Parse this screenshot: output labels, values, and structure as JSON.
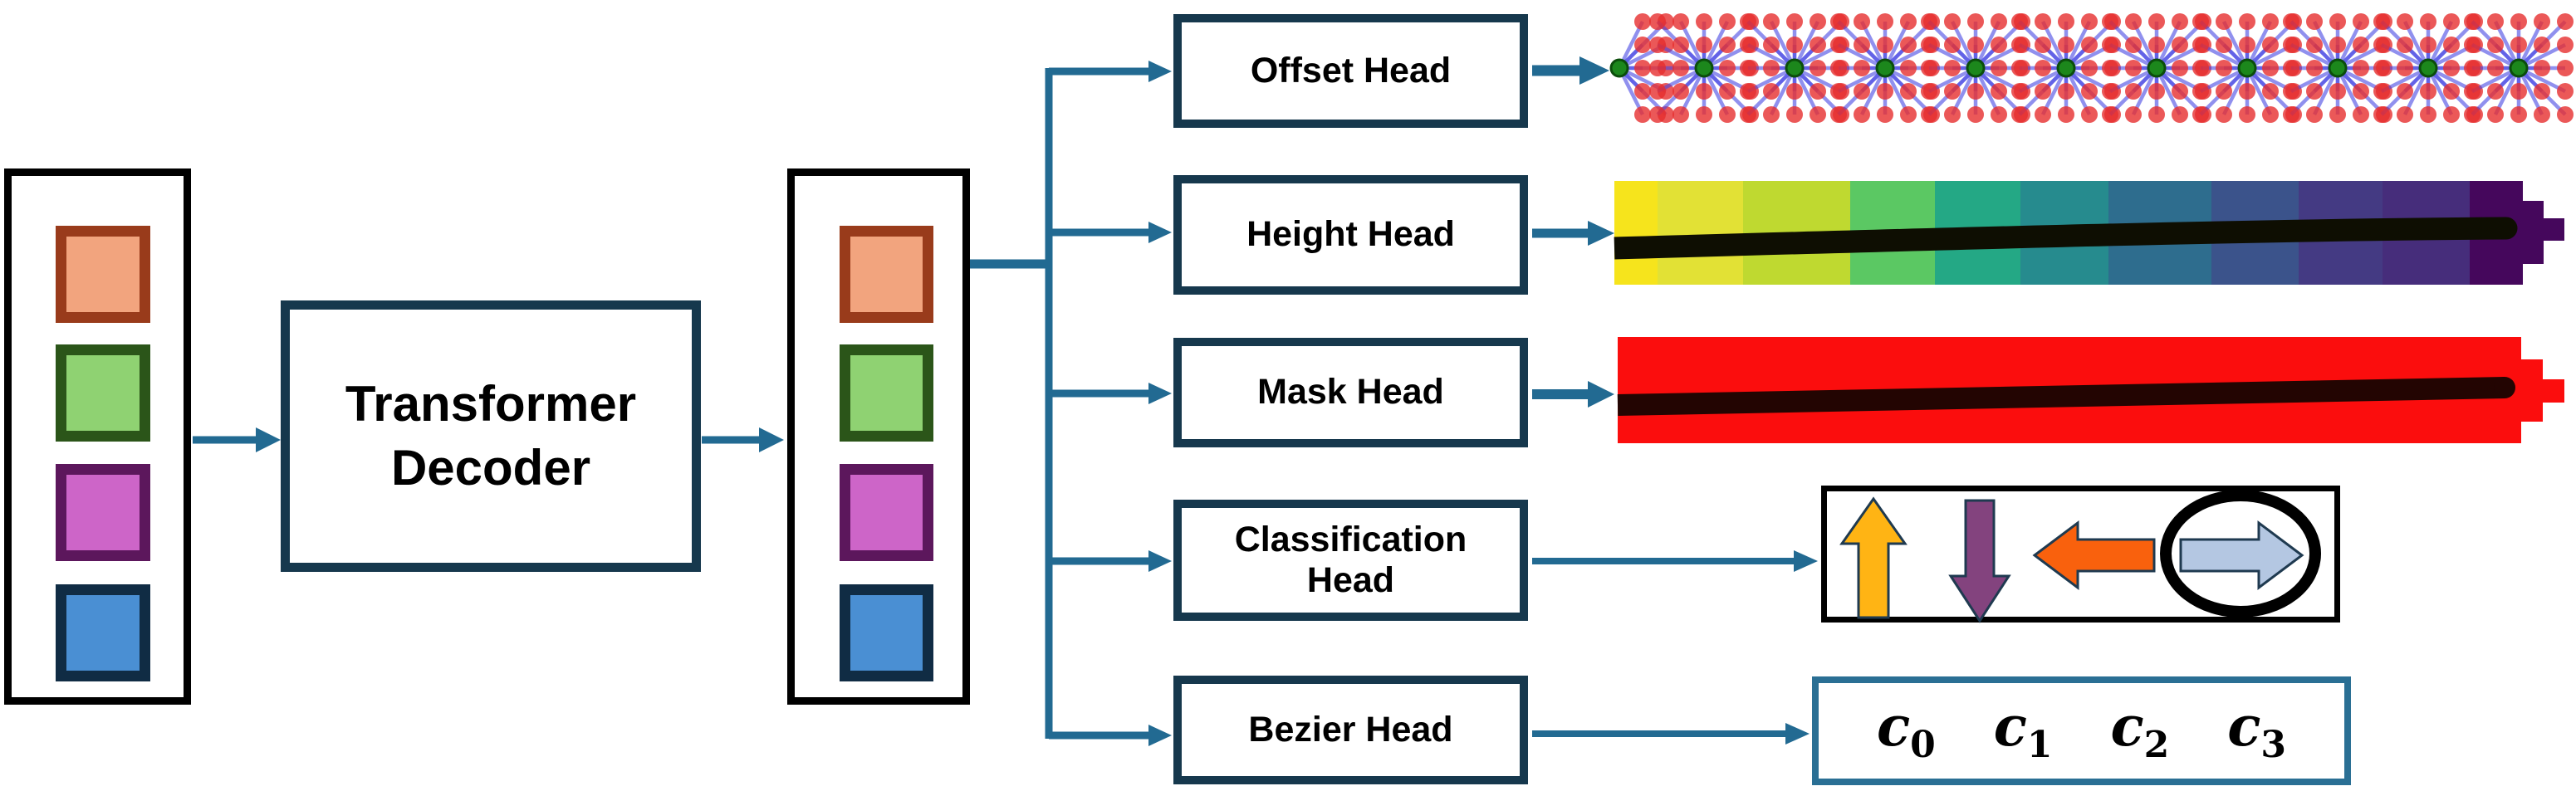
{
  "palette": {
    "background": "#FFFFFF",
    "connector": "#226A92",
    "head_box_border": "#16384D",
    "container_border": "#000000",
    "classification_box_border": "#000000",
    "bezier_box_border": "#2A6F94",
    "text": "#000000"
  },
  "tokens": [
    {
      "name": "orange",
      "fill": "#F2A47E",
      "border": "#993B1B"
    },
    {
      "name": "green",
      "fill": "#8FD272",
      "border": "#2B5519"
    },
    {
      "name": "magenta",
      "fill": "#CD65C8",
      "border": "#5C175C"
    },
    {
      "name": "blue",
      "fill": "#4A8FD3",
      "border": "#102C44"
    }
  ],
  "decoder": {
    "line1": "Transformer",
    "line2": "Decoder"
  },
  "heads": [
    {
      "id": "offset",
      "label": "Offset Head"
    },
    {
      "id": "height",
      "label": "Height Head"
    },
    {
      "id": "mask",
      "label": "Mask Head"
    },
    {
      "id": "classification",
      "label": "Classification Head"
    },
    {
      "id": "bezier",
      "label": "Bezier Head"
    }
  ],
  "outputs": {
    "offset_map": {
      "dot_color": "#E62E2E",
      "line_color": "#4646E3",
      "center_color": "#1C871C",
      "center_ring": "#0B4D0B",
      "full_units": 10,
      "half_units": 1
    },
    "height_map": {
      "segment_colors": [
        "#F6E41C",
        "#E2E135",
        "#BFD930",
        "#5BC863",
        "#24A885",
        "#268B8E",
        "#2E6D8E",
        "#3B538B",
        "#443A83",
        "#462D7B",
        "#45075C"
      ],
      "centerline_color": "#0E0E02"
    },
    "mask_map": {
      "fill": "#FB0D0D",
      "centerline_color": "#230502"
    },
    "classification": {
      "outline": "#1F3A50",
      "ring_color": "#000000",
      "options": [
        {
          "direction": "up",
          "color": "#FFB414",
          "selected": false
        },
        {
          "direction": "down",
          "color": "#83437E",
          "selected": false
        },
        {
          "direction": "left",
          "color": "#F9610D",
          "selected": false
        },
        {
          "direction": "right",
          "color": "#B4C7E2",
          "selected": true
        }
      ]
    },
    "bezier_coefficients": [
      {
        "base": "c",
        "sub": "0"
      },
      {
        "base": "c",
        "sub": "1"
      },
      {
        "base": "c",
        "sub": "2"
      },
      {
        "base": "c",
        "sub": "3"
      }
    ]
  }
}
